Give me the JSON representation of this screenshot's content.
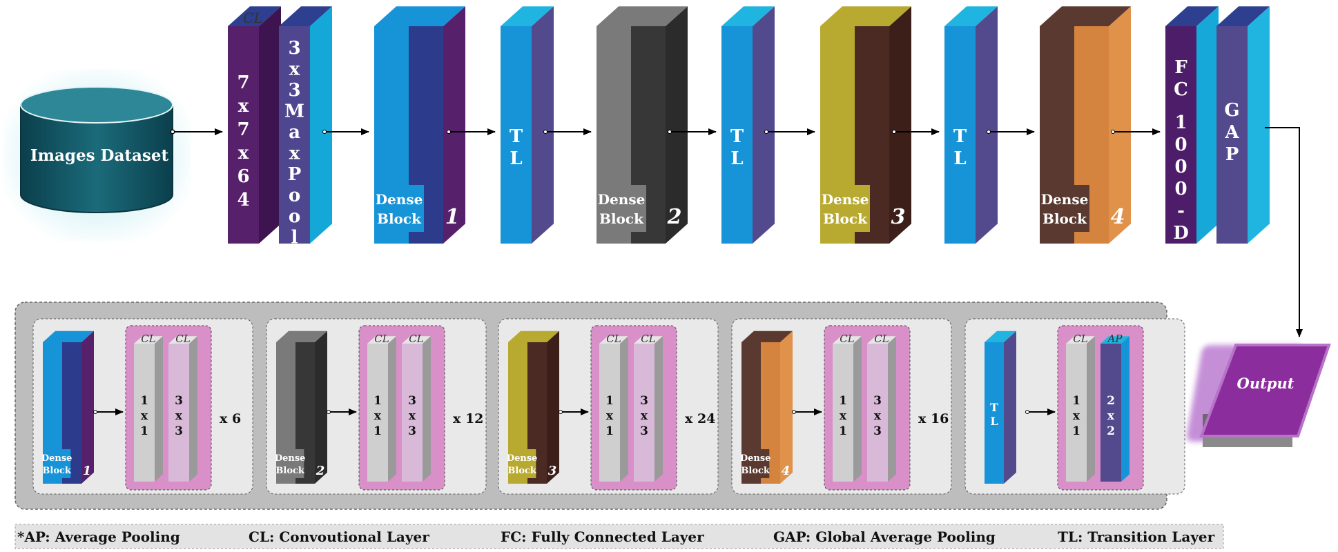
{
  "dataset": {
    "label": "Images Dataset"
  },
  "main": [
    {
      "key": "conv",
      "top": "CL",
      "label": "7x7x64",
      "colors": [
        "#57206b",
        "#3d1450",
        "#2e3f8f"
      ]
    },
    {
      "key": "maxpool",
      "label": "3x3MaxPool",
      "colors": [
        "#4f4690",
        "#13a8d8",
        "#2e3f8f"
      ]
    },
    {
      "key": "db1",
      "label_lines": [
        "Dense",
        "Block"
      ],
      "num": "1",
      "colors": [
        "#1793d8",
        "#2c3b8b",
        "#57206b"
      ],
      "labelbg": "#1793d8"
    },
    {
      "key": "tl1",
      "label": "TL",
      "colors": [
        "#1793d8",
        "#534a8e",
        "#20b5e0"
      ]
    },
    {
      "key": "db2",
      "label_lines": [
        "Dense",
        "Block"
      ],
      "num": "2",
      "colors": [
        "#7a7a7a",
        "#373737",
        "#2b2b2b"
      ],
      "labelbg": "#7a7a7a"
    },
    {
      "key": "tl2",
      "label": "TL",
      "colors": [
        "#1793d8",
        "#534a8e",
        "#20b5e0"
      ]
    },
    {
      "key": "db3",
      "label_lines": [
        "Dense",
        "Block"
      ],
      "num": "3",
      "colors": [
        "#b8aa30",
        "#4a2a22",
        "#3d1f1a"
      ],
      "labelbg": "#b8aa30"
    },
    {
      "key": "tl3",
      "label": "TL",
      "colors": [
        "#1793d8",
        "#534a8e",
        "#20b5e0"
      ]
    },
    {
      "key": "db4",
      "label_lines": [
        "Dense",
        "Block"
      ],
      "num": "4",
      "colors": [
        "#5a3a30",
        "#d4843e",
        "#e0914a"
      ],
      "labelbg": "#5a3a30"
    },
    {
      "key": "fc",
      "label": "FC 1000-D",
      "colors": [
        "#4e1d6a",
        "#16a8d8",
        "#2e3f8f"
      ]
    },
    {
      "key": "gap",
      "label": "GAP",
      "colors": [
        "#534a8e",
        "#20b5e0",
        "#2e3f8f"
      ]
    }
  ],
  "output": {
    "label": "Output"
  },
  "details": [
    {
      "block": "db1",
      "repeat": "x 6",
      "layers": [
        {
          "top": "CL",
          "label": "1x1"
        },
        {
          "top": "CL",
          "label": "3x3"
        }
      ]
    },
    {
      "block": "db2",
      "repeat": "x 12",
      "layers": [
        {
          "top": "CL",
          "label": "1x1"
        },
        {
          "top": "CL",
          "label": "3x3"
        }
      ]
    },
    {
      "block": "db3",
      "repeat": "x 24",
      "layers": [
        {
          "top": "CL",
          "label": "1x1"
        },
        {
          "top": "CL",
          "label": "3x3"
        }
      ]
    },
    {
      "block": "db4",
      "repeat": "x 16",
      "layers": [
        {
          "top": "CL",
          "label": "1x1"
        },
        {
          "top": "CL",
          "label": "3x3"
        }
      ]
    },
    {
      "block": "tl",
      "repeat": "",
      "layers": [
        {
          "top": "CL",
          "label": "1x1"
        },
        {
          "top": "AP",
          "label": "2x2"
        }
      ]
    }
  ],
  "legend": [
    "*AP: Average Pooling",
    "CL: Convoutional Layer",
    "FC: Fully Connected Layer",
    "GAP: Global Average Pooling",
    "TL: Transition Layer"
  ]
}
